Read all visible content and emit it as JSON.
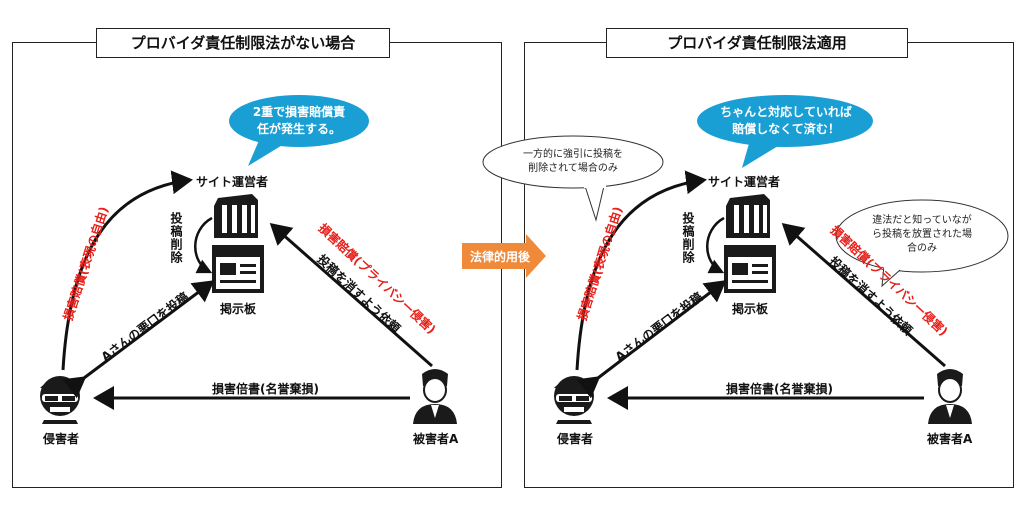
{
  "left": {
    "title": "プロバイダ責任制限法がない場合",
    "bubble": [
      "2重で損害賠償責",
      "任が発生する。"
    ],
    "site_operator": "サイト運営者",
    "delete_label": "投稿削除",
    "board": "掲示板",
    "infringer": "侵害者",
    "victim": "被害者A",
    "red_left": "損害賠償(表現の自由)",
    "red_right": "損害賠償(プライバシー侵害)",
    "black_right": "投稿を消すよう依頼",
    "post_label": "Aさんの悪口を投稿",
    "bottom_label": "損害倍書(名誉棄損)"
  },
  "right": {
    "title": "プロバイダ責任制限法適用",
    "bubble": [
      "ちゃんと対応していれば",
      "賠償しなくて済む！"
    ],
    "note_left": [
      "一方的に強引に投稿を",
      "削除されて場合のみ"
    ],
    "note_right": [
      "違法だと知っていなが",
      "ら投稿を放置された場",
      "合のみ"
    ],
    "site_operator": "サイト運営者",
    "delete_label": "投稿削除",
    "board": "掲示板",
    "infringer": "侵害者",
    "victim": "被害者A",
    "red_left": "損害賠償(表現の自由)",
    "red_right": "損害賠償(プライバシー侵害)",
    "black_right": "投稿を消すよう依頼",
    "post_label": "Aさんの悪口を投稿",
    "bottom_label": "損害倍書(名誉棄損)"
  },
  "middle_arrow": "法律的用後",
  "colors": {
    "bubble": "#1a9fd4",
    "middle_arrow": "#ef8a3a",
    "red": "#e8201a"
  }
}
